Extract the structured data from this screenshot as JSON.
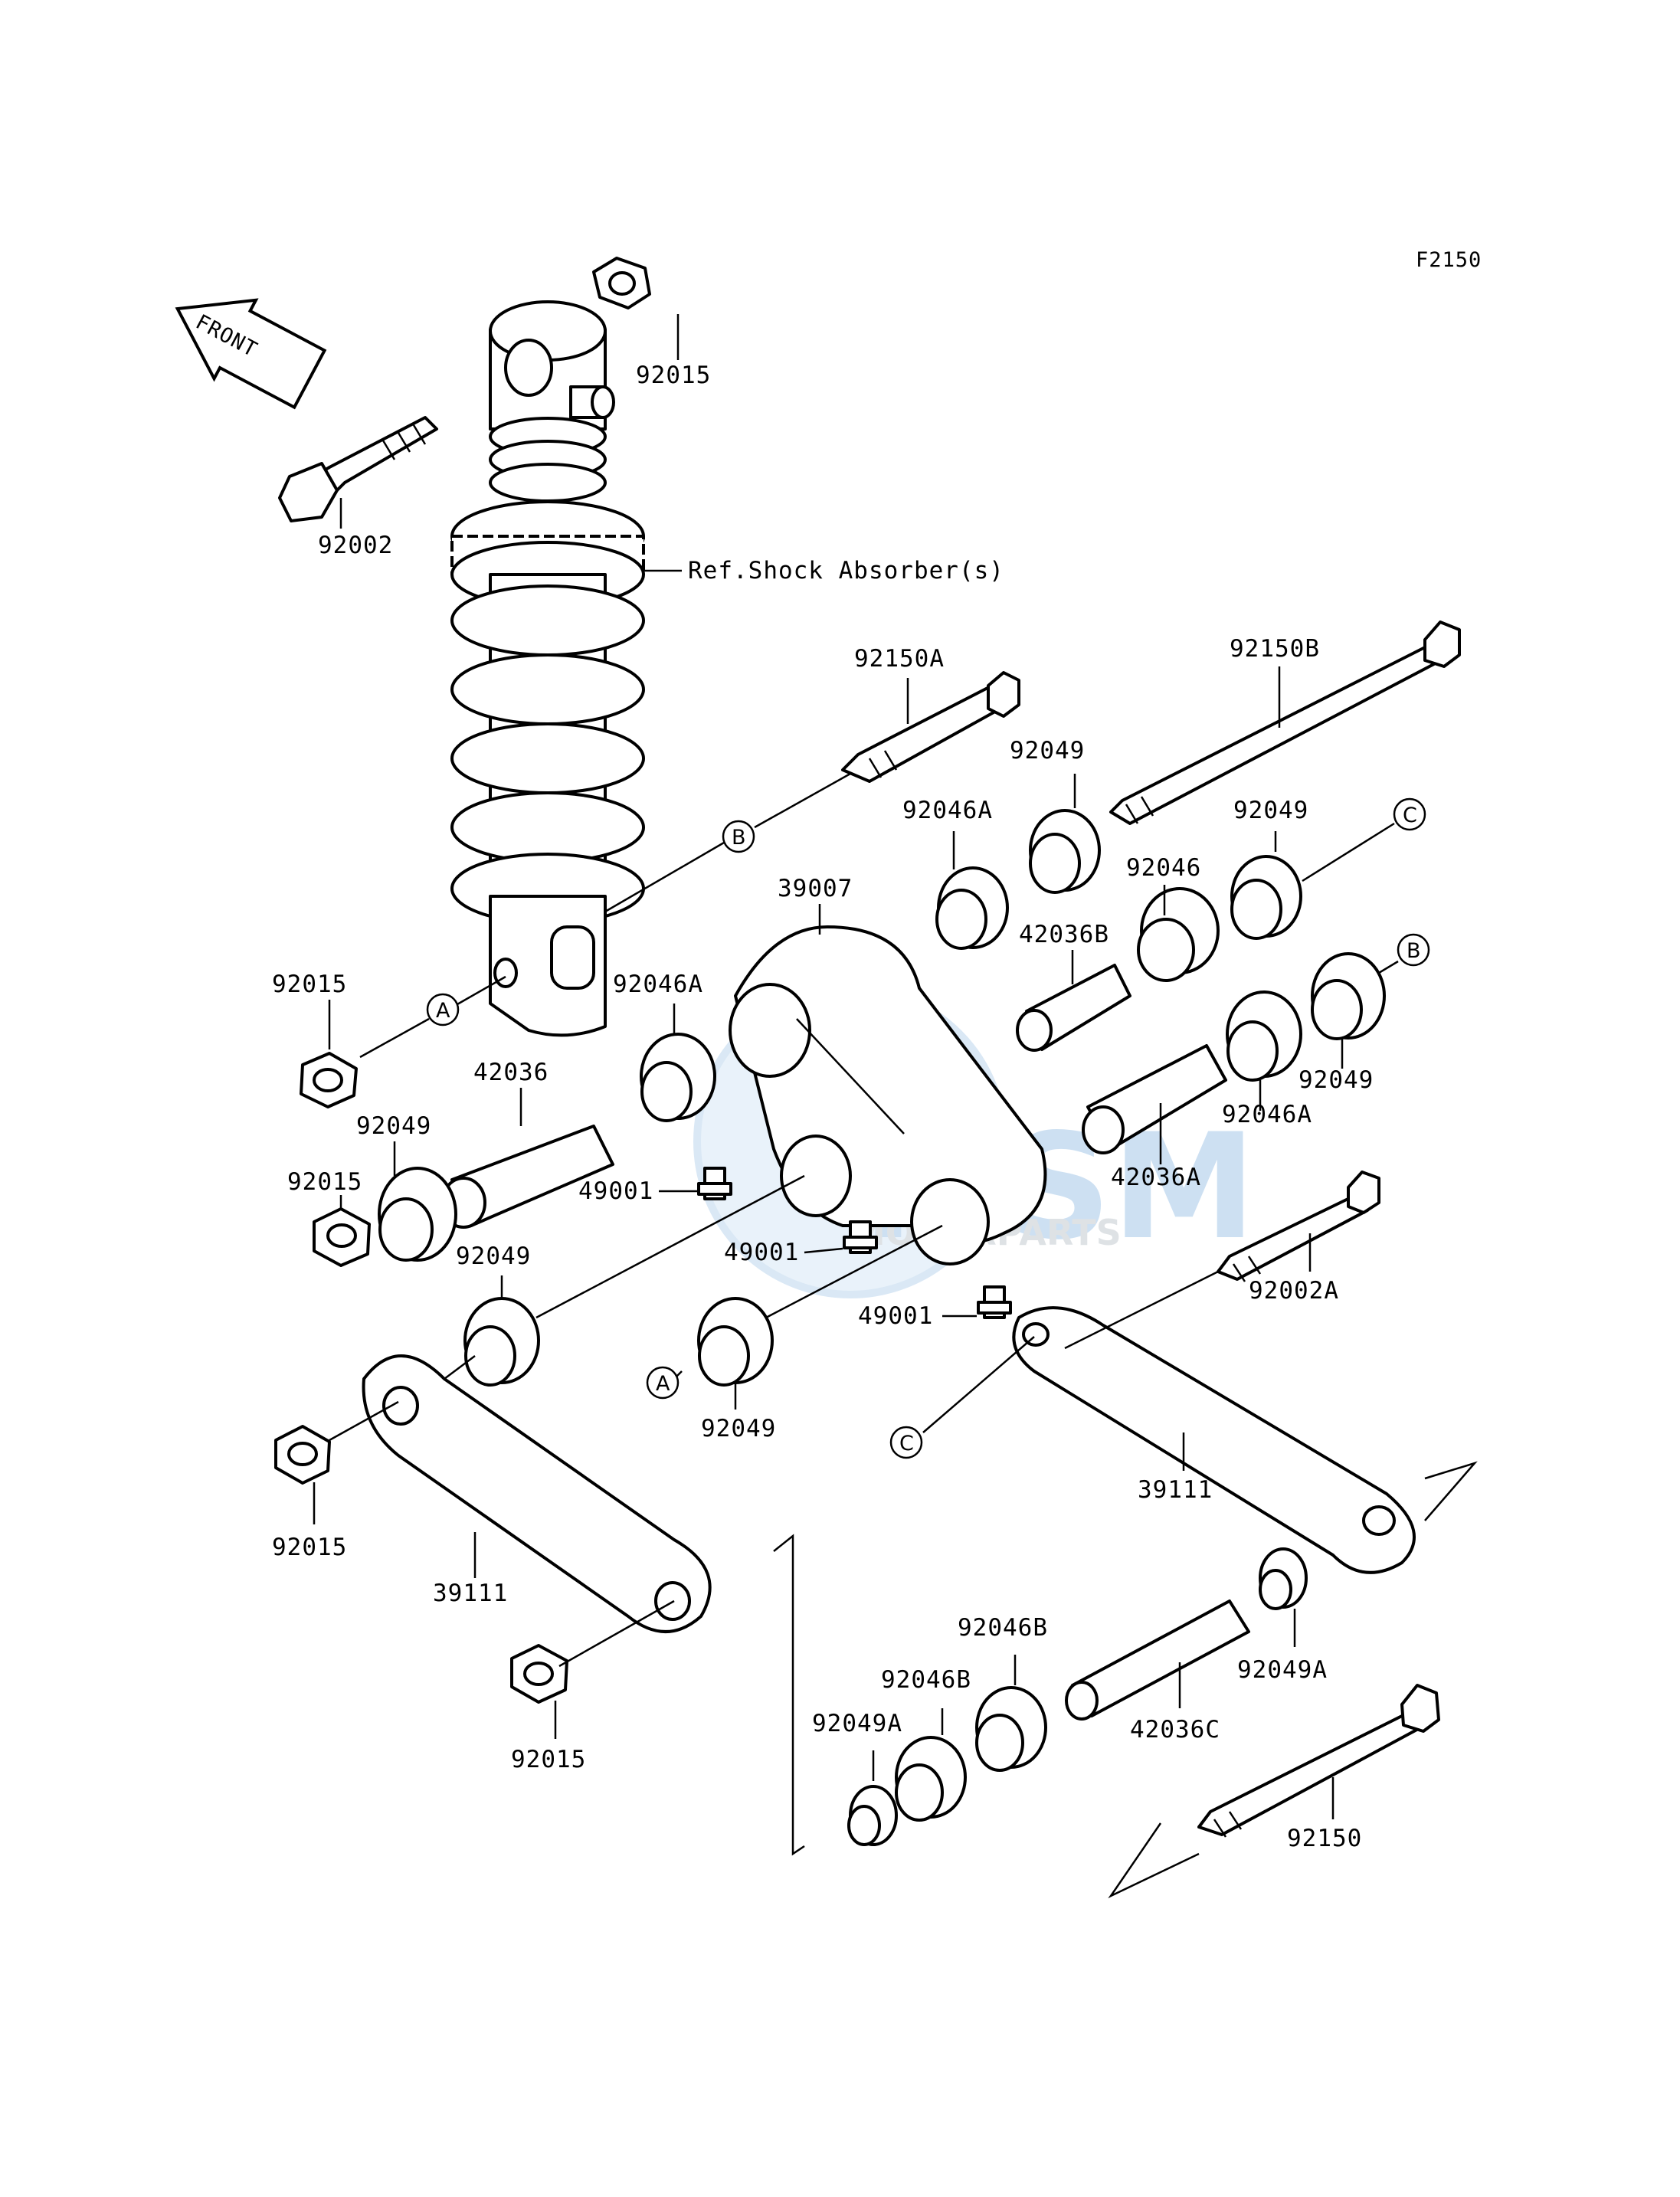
{
  "figure_code": "F2150",
  "front_label": "FRONT",
  "ref_label": "Ref.Shock Absorber(s)",
  "watermark": {
    "brand": "MSM",
    "subtitle": "MOTORPARTS"
  },
  "parts": {
    "nut_top": "92015",
    "bolt_92002": "92002",
    "nut_left_a": "92015",
    "nut_left_b": "92015",
    "nut_left_c": "92015",
    "nut_bottom": "92015",
    "bolt_92150A": "92150A",
    "bolt_92150B": "92150B",
    "bolt_92002A": "92002A",
    "bolt_92150": "92150",
    "arm_39007": "39007",
    "rod_39111_left": "39111",
    "rod_39111_right": "39111",
    "sleeve_42036": "42036",
    "sleeve_42036A": "42036A",
    "sleeve_42036B": "42036B",
    "sleeve_42036C": "42036C",
    "bearing_92046": "92046",
    "bearing_92046A_1": "92046A",
    "bearing_92046A_2": "92046A",
    "bearing_92046A_3": "92046A",
    "bearing_92046B_1": "92046B",
    "bearing_92046B_2": "92046B",
    "seal_92049_1": "92049",
    "seal_92049_2": "92049",
    "seal_92049_3": "92049",
    "seal_92049_4": "92049",
    "seal_92049_5": "92049",
    "seal_92049_6": "92049",
    "seal_92049A_1": "92049A",
    "seal_92049A_2": "92049A",
    "grease_49001_1": "49001",
    "grease_49001_2": "49001",
    "grease_49001_3": "49001"
  },
  "callouts": {
    "a": "A",
    "b": "B",
    "c": "C"
  }
}
